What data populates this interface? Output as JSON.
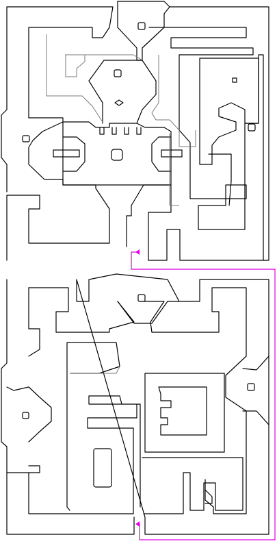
{
  "diagram": {
    "kind": "two-level maze / floor plan outline",
    "colors": {
      "wall": "#000000",
      "secondary_outline": "#7a7a7a",
      "connector_route": "#e000e0",
      "background": "#ffffff"
    },
    "panels": [
      "upper-level",
      "lower-level"
    ],
    "connector": {
      "from": "upper-level-opening",
      "to": "lower-level-opening",
      "arrow_heads": 2
    }
  }
}
